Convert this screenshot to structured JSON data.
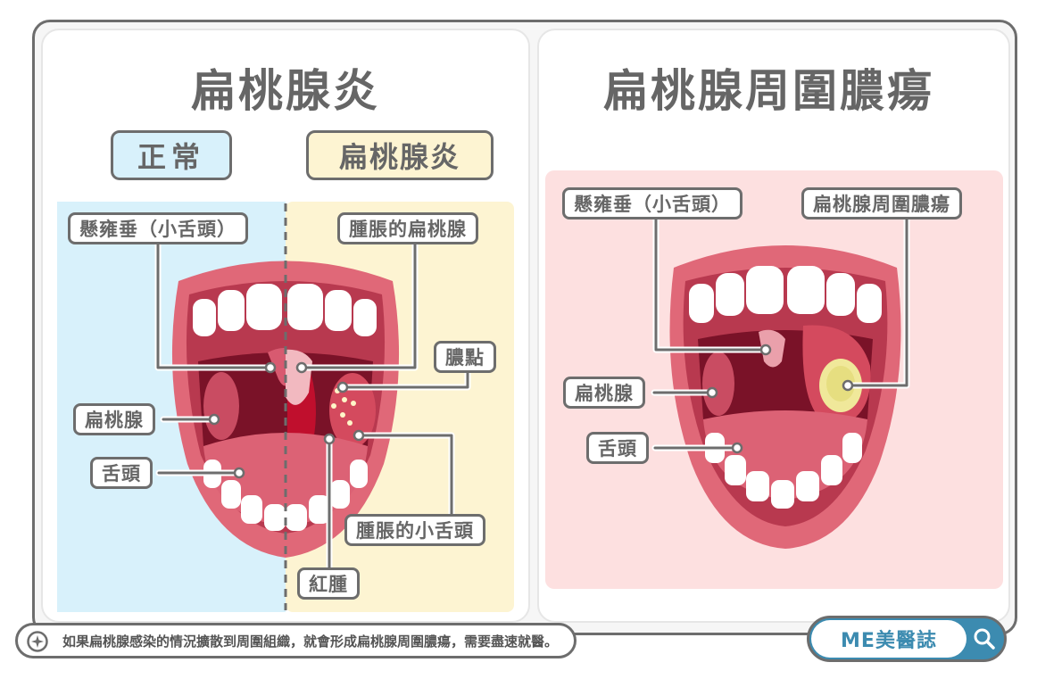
{
  "left_panel": {
    "title": "扁桃腺炎",
    "normal_label": "正常",
    "inflamed_label": "扁桃腺炎",
    "labels": {
      "uvula": "懸雍垂（小舌頭）",
      "swollen_tonsil": "腫脹的扁桃腺",
      "pus_spots": "膿點",
      "tonsil": "扁桃腺",
      "tongue": "舌頭",
      "swollen_uvula": "腫脹的小舌頭",
      "redness": "紅腫"
    }
  },
  "right_panel": {
    "title": "扁桃腺周圍膿瘍",
    "labels": {
      "uvula": "懸雍垂（小舌頭）",
      "abscess": "扁桃腺周圍膿瘍",
      "tonsil": "扁桃腺",
      "tongue": "舌頭"
    }
  },
  "caption": "如果扁桃腺感染的情況擴散到周圍組織，就會形成扁桃腺周圍膿瘍，需要盡速就醫。",
  "brand": {
    "name": "ME美醫誌",
    "search_icon": "search-icon"
  },
  "colors": {
    "normal_bg": "#d8f1fb",
    "inflamed_bg": "#fdf4d2",
    "abscess_bg": "#fde0e0",
    "outline": "#6d6d6d",
    "brand": "#3c8bb0",
    "lip": "#e06878",
    "throat": "#7a1228",
    "tongue": "#dc6275",
    "pus": "#e9e48f"
  }
}
